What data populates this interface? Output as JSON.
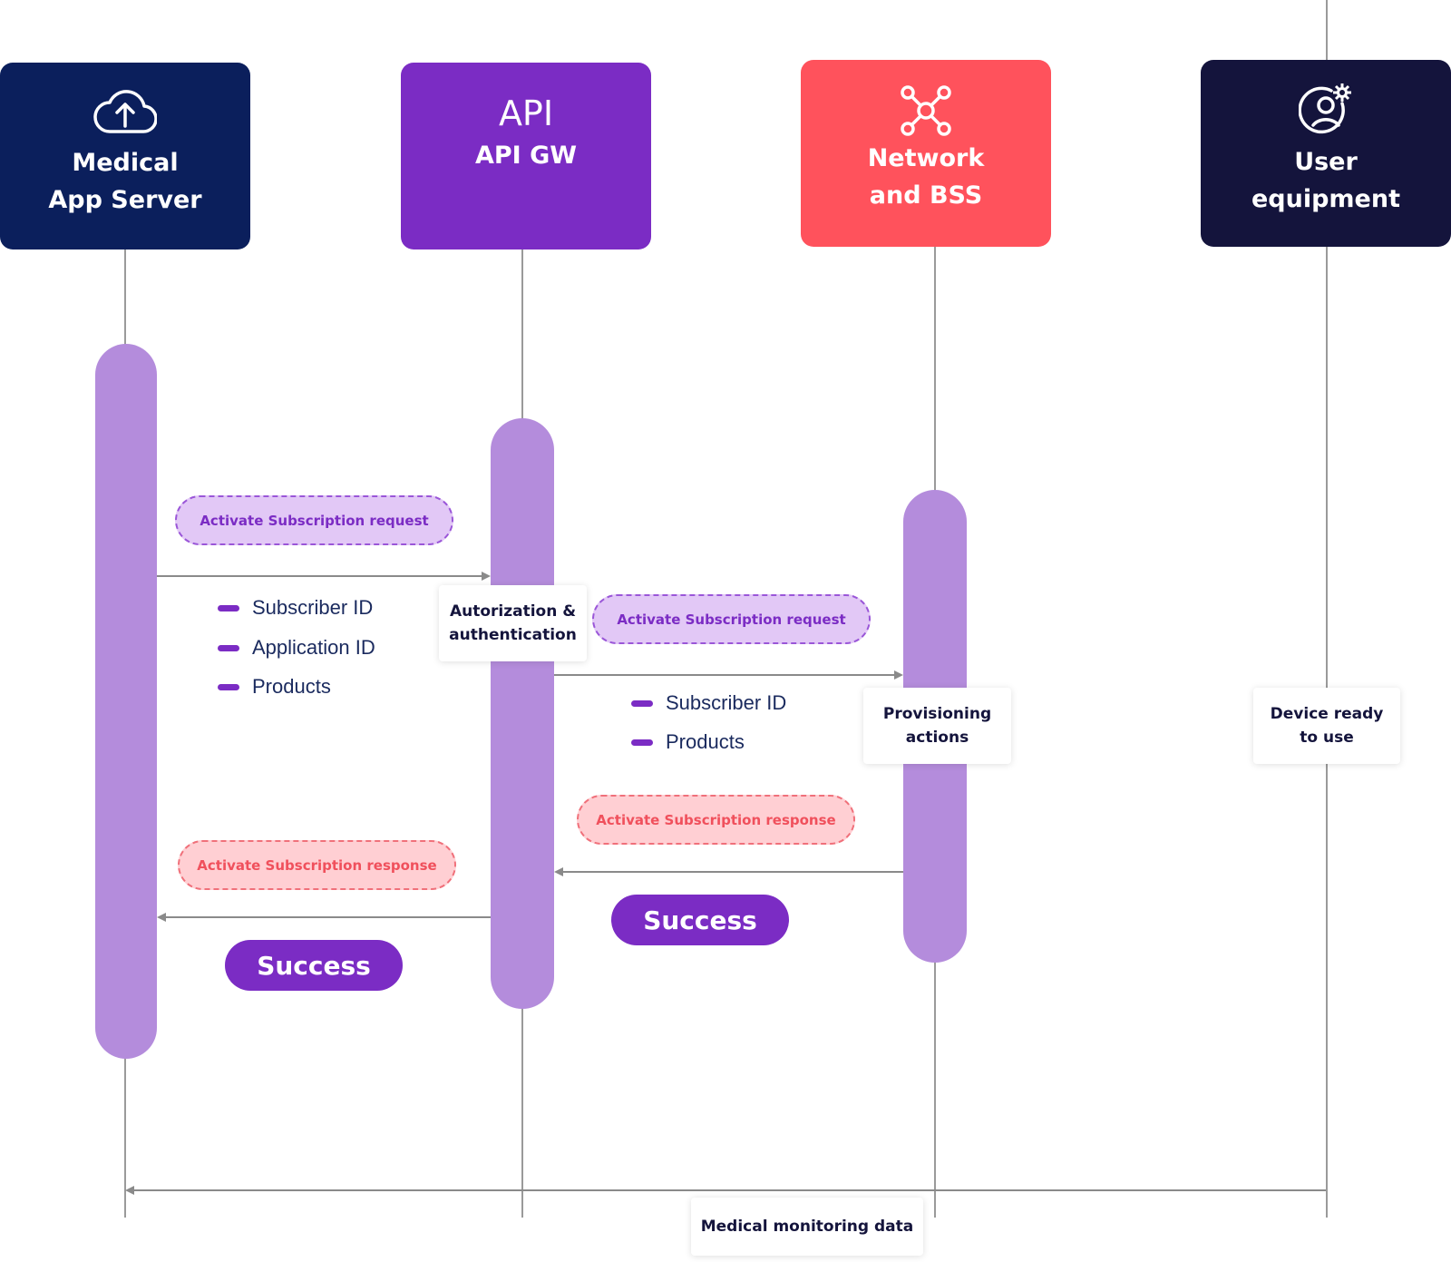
{
  "actors": {
    "medical": {
      "line1": "Medical",
      "line2": "App Server",
      "icon": "cloud-upload-icon",
      "color": "#0b1f5c"
    },
    "api": {
      "line1": "API",
      "line2": "API GW",
      "color": "#7b2cc4"
    },
    "network": {
      "line1": "Network",
      "line2": "and BSS",
      "icon": "network-nodes-icon",
      "color": "#ff525c"
    },
    "user": {
      "line1": "User",
      "line2": "equipment",
      "icon": "user-settings-icon",
      "color": "#14143c"
    }
  },
  "messages": {
    "request1": "Activate Subscription request",
    "request2": "Activate Subscription request",
    "response1": "Activate Subscription response",
    "response2": "Activate Subscription response"
  },
  "bullets1": [
    "Subscriber ID",
    "Application ID",
    "Products"
  ],
  "bullets2": [
    "Subscriber ID",
    "Products"
  ],
  "notes": {
    "auth_line1": "Autorization &",
    "auth_line2": "authentication",
    "prov_line1": "Provisioning",
    "prov_line2": "actions",
    "device_line1": "Device ready",
    "device_line2": "to use",
    "monitoring": "Medical monitoring data"
  },
  "success": {
    "label1": "Success",
    "label2": "Success"
  },
  "colors": {
    "activation": "#b48cdc",
    "accent": "#7b2cc4",
    "response": "#f0505c"
  }
}
